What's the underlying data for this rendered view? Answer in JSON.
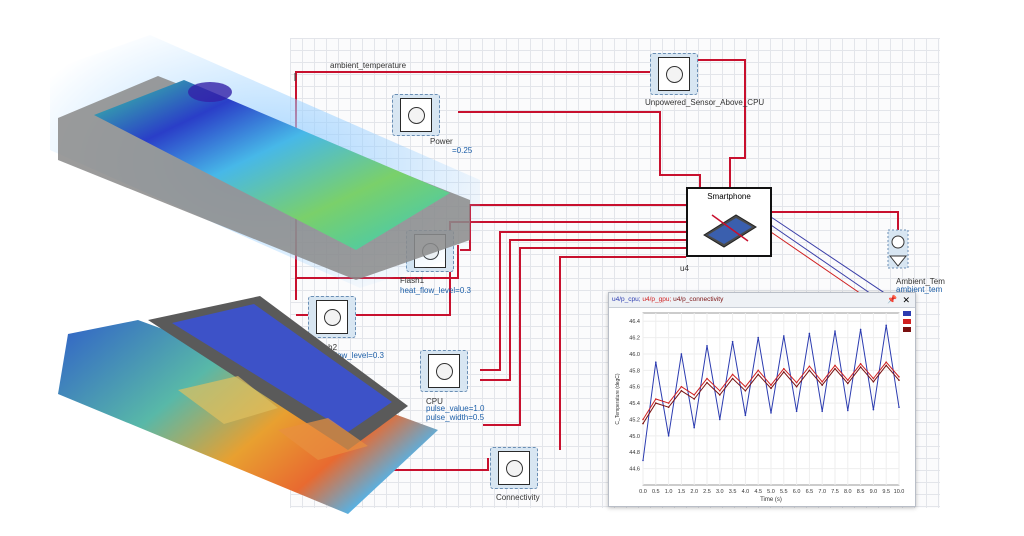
{
  "diagram": {
    "ambient_label": "ambient_temperature",
    "unpowered_label": "Unpowered_Sensor_Above_CPU",
    "power_label": "Power",
    "power_param": "=0.25",
    "smartphone_label": "Smartphone",
    "u4_label": "u4",
    "flash1_label": "Flash1",
    "flash1_param": "heat_flow_level=0.3",
    "flash2_label": "Flash2",
    "flash2_param": "heat_flow_level=0.3",
    "cpu_label": "CPU",
    "cpu_param1": "pulse_value=1.0",
    "cpu_param2": "pulse_width=0.5",
    "connectivity_label": "Connectivity",
    "ambient_block_label": "Ambient_Tem",
    "ambient_block_param": "ambient_tem"
  },
  "plot_window": {
    "title_cpu": "u4/p_cpu; ",
    "title_gpu": "u4/p_gpu; ",
    "title_conn": "u4/p_connectivity",
    "pin_icon": "pin-icon",
    "close_icon": "close-icon",
    "chart_data": {
      "type": "line",
      "ylabel": "C_Temperature (degC)",
      "xlabel": "Time (s)",
      "xlim": [
        0,
        10
      ],
      "ylim": [
        44.4,
        46.5
      ],
      "x_ticks": [
        "0.0",
        "0.5",
        "1.0",
        "1.5",
        "2.0",
        "2.5",
        "3.0",
        "3.5",
        "4.0",
        "4.5",
        "5.0",
        "5.5",
        "6.0",
        "6.5",
        "7.0",
        "7.5",
        "8.0",
        "8.5",
        "9.0",
        "9.5",
        "10.0"
      ],
      "y_ticks": [
        "44.6",
        "44.8",
        "45.0",
        "45.2",
        "45.4",
        "45.6",
        "45.8",
        "46.0",
        "46.2",
        "46.4"
      ],
      "series": [
        {
          "color": "#2b3bb0",
          "x": [
            0.0,
            0.5,
            1.0,
            1.5,
            2.0,
            2.5,
            3.0,
            3.5,
            4.0,
            4.5,
            5.0,
            5.5,
            6.0,
            6.5,
            7.0,
            7.5,
            8.0,
            8.5,
            9.0,
            9.5,
            10.0
          ],
          "y": [
            44.7,
            45.9,
            45.0,
            46.0,
            45.1,
            46.1,
            45.2,
            46.15,
            45.25,
            46.2,
            45.28,
            46.22,
            45.3,
            46.25,
            45.3,
            46.28,
            45.31,
            46.3,
            45.32,
            46.35,
            45.35
          ]
        },
        {
          "color": "#d02020",
          "x": [
            0.0,
            0.5,
            1.0,
            1.5,
            2.0,
            2.5,
            3.0,
            3.5,
            4.0,
            4.5,
            5.0,
            5.5,
            6.0,
            6.5,
            7.0,
            7.5,
            8.0,
            8.5,
            9.0,
            9.5,
            10.0
          ],
          "y": [
            45.2,
            45.45,
            45.4,
            45.6,
            45.5,
            45.7,
            45.55,
            45.75,
            45.6,
            45.8,
            45.62,
            45.82,
            45.65,
            45.85,
            45.66,
            45.86,
            45.68,
            45.88,
            45.7,
            45.9,
            45.72
          ]
        },
        {
          "color": "#7a1010",
          "x": [
            0.0,
            0.5,
            1.0,
            1.5,
            2.0,
            2.5,
            3.0,
            3.5,
            4.0,
            4.5,
            5.0,
            5.5,
            6.0,
            6.5,
            7.0,
            7.5,
            8.0,
            8.5,
            9.0,
            9.5,
            10.0
          ],
          "y": [
            45.15,
            45.4,
            45.35,
            45.55,
            45.45,
            45.65,
            45.5,
            45.7,
            45.55,
            45.75,
            45.58,
            45.78,
            45.6,
            45.8,
            45.62,
            45.82,
            45.64,
            45.84,
            45.66,
            45.86,
            45.68
          ]
        }
      ]
    }
  }
}
